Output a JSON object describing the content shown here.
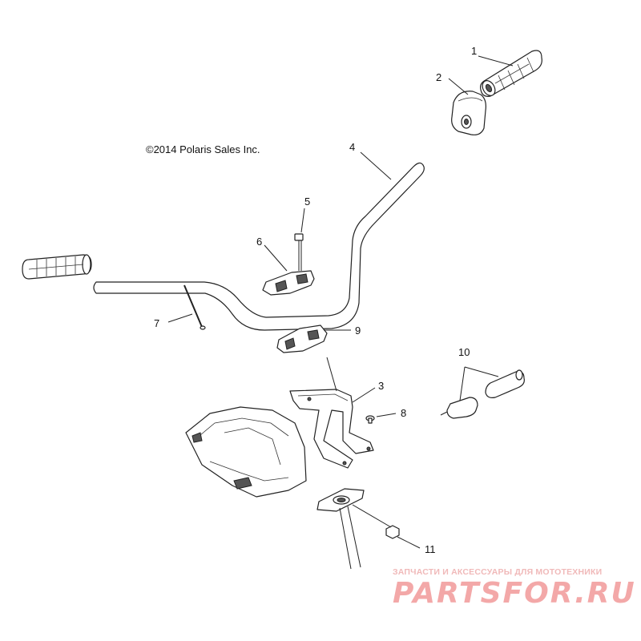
{
  "copyright": "©2014 Polaris Sales Inc.",
  "callouts": {
    "c1": "1",
    "c2": "2",
    "c3": "3",
    "c4": "4",
    "c5": "5",
    "c6": "6",
    "c7": "7",
    "c8": "8",
    "c9": "9",
    "c10": "10",
    "c11": "11"
  },
  "watermark": {
    "caption": "ЗАПЧАСТИ И АКСЕССУАРЫ ДЛЯ МОТОТЕХНИКИ",
    "logo": "PARTSFOR.RU"
  }
}
